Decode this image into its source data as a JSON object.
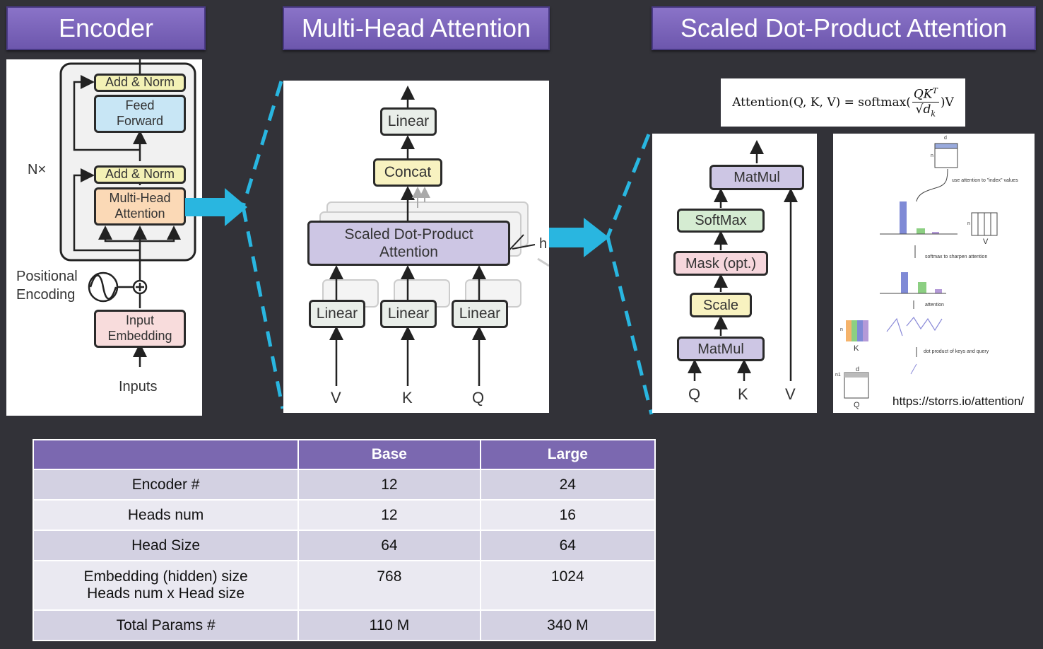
{
  "headers": {
    "encoder": "Encoder",
    "mha": "Multi-Head Attention",
    "sdpa": "Scaled Dot-Product Attention"
  },
  "encoder": {
    "add_norm_top": "Add & Norm",
    "feed_forward": "Feed Forward",
    "add_norm_bottom": "Add & Norm",
    "multi_head": "Multi-Head Attention",
    "nx": "N×",
    "positional_encoding": "Positional Encoding",
    "input_embedding": "Input Embedding",
    "inputs": "Inputs"
  },
  "mha": {
    "linear_top": "Linear",
    "concat": "Concat",
    "sdpa_box": "Scaled Dot-Product Attention",
    "h": "h",
    "linear_v": "Linear",
    "linear_k": "Linear",
    "linear_q": "Linear",
    "v": "V",
    "k": "K",
    "q": "Q"
  },
  "sdpa": {
    "formula_lhs": "Attention(Q, K, V) = softmax(",
    "formula_num": "QK",
    "formula_sup": "T",
    "formula_den": "√d",
    "formula_sub": "k",
    "formula_rhs": ")V",
    "matmul_top": "MatMul",
    "softmax": "SoftMax",
    "mask": "Mask (opt.)",
    "scale": "Scale",
    "matmul_bottom": "MatMul",
    "q": "Q",
    "k": "K",
    "v": "V"
  },
  "illustration": {
    "d_top": "d",
    "n_top": "n",
    "index_note": "use attention to \"index\" values",
    "n_v": "n",
    "v": "V",
    "softmax_note": "softmax to sharpen attention",
    "attention_note": "attention",
    "n_k": "n",
    "k": "K",
    "dot_note": "dot product of keys and query",
    "d_q": "d",
    "n1": "n1",
    "q": "Q",
    "url": "https://storrs.io/attention/"
  },
  "table": {
    "columns": [
      "",
      "Base",
      "Large"
    ],
    "rows": [
      {
        "label": "Encoder #",
        "base": "12",
        "large": "24"
      },
      {
        "label": "Heads num",
        "base": "12",
        "large": "16"
      },
      {
        "label": "Head Size",
        "base": "64",
        "large": "64"
      },
      {
        "label": "Embedding (hidden) size",
        "label2": "Heads num x Head size",
        "base": "768",
        "large": "1024"
      },
      {
        "label": "Total Params #",
        "base": "110 M",
        "large": "340 M"
      }
    ]
  },
  "colors": {
    "header_purple": "#7b68b0",
    "arrow_cyan": "#29b6e0",
    "add_norm": "#f3f1b5",
    "feed_forward": "#c8e6f5",
    "multi_head": "#fbd9b6",
    "embedding": "#f8dcdc",
    "linear": "#e9eee9",
    "concat": "#f8f2c0",
    "sdpa_box": "#cdc6e4",
    "softmax": "#d5ecd2",
    "mask": "#f6d6dc",
    "scale": "#f8f2c0",
    "matmul": "#cdc6e4"
  }
}
